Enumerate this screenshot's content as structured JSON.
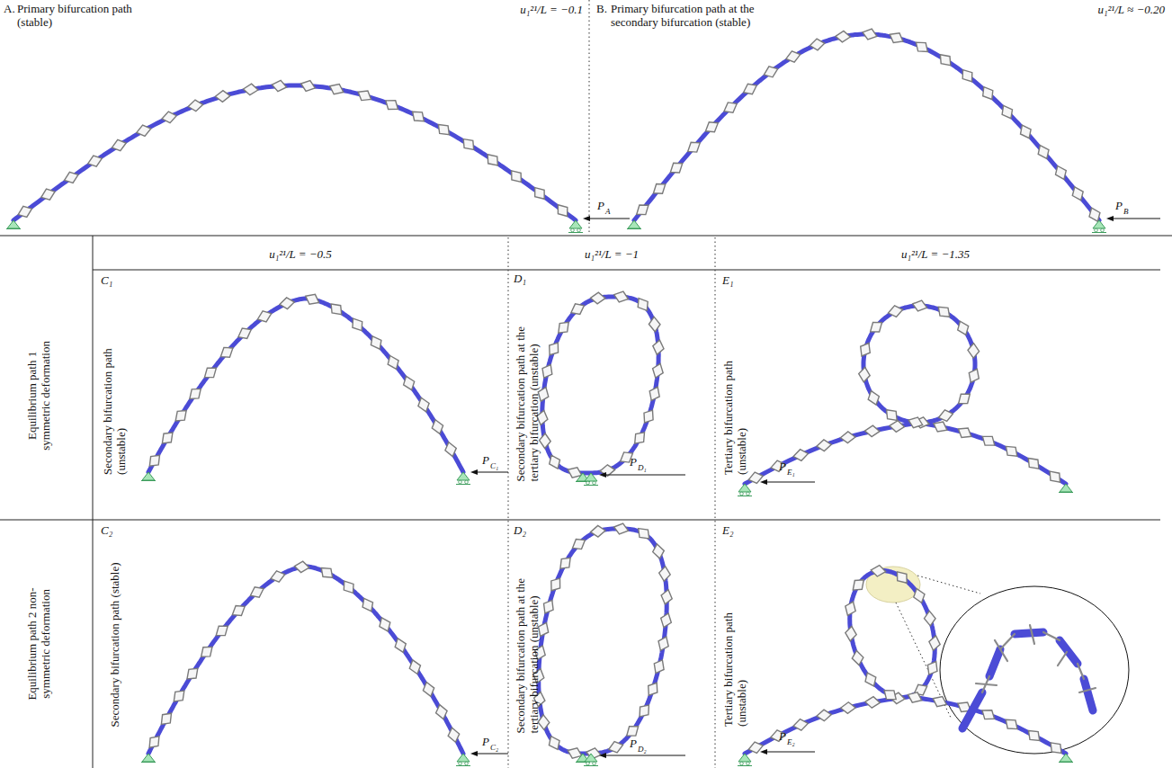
{
  "diagram": {
    "labels": [
      "A.",
      "Primary bifurcation path (stable)",
      "u₁²¹/L = −0.1",
      "B.",
      "Primary bifurcation path at the secondary bifurcation (stable)",
      "u₁²¹/L ≈ −0.20",
      "P",
      "A",
      "P",
      "B",
      "u₁²¹/L = −0.5",
      "u₁²¹/L = −1",
      "u₁²¹/L = −1.35",
      "Equilibrium path 1 symmetric deformation",
      "C₁",
      "Secondary bifurcation path (unstable)",
      "P",
      "C₁",
      "D₁",
      "Secondary bifurcation path at the tertiary bifurcation (unstable)",
      "P",
      "D₁",
      "E₁",
      "Tertiary bifurcation path (unstable)",
      "P",
      "E₁",
      "Equilibrium path 2 non-symmetric deformation",
      "C₂",
      "Secondary bifurcation path (stable)",
      "P",
      "C₂",
      "D₂",
      "Secondary bifurcation path at the tertiary bifurcation (unstable)",
      "P",
      "D₂",
      "E₂",
      "Tertiary bifurcation path (unstable)",
      "P",
      "E₂"
    ]
  }
}
